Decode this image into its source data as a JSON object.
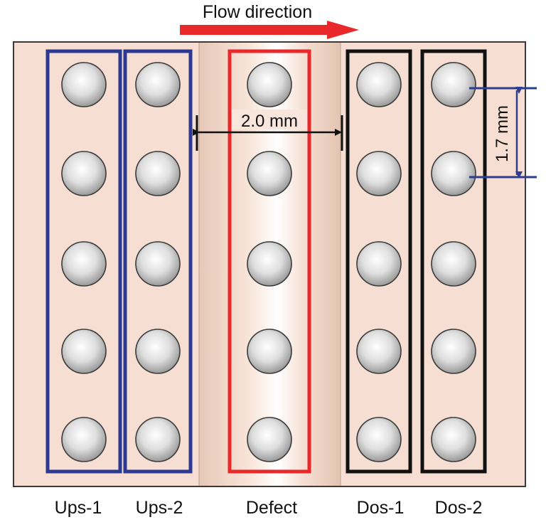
{
  "flow": {
    "label": "Flow direction",
    "arrow_color": "#e8282a"
  },
  "dimensions": {
    "spacing_label": "2.0 mm",
    "pitch_label": "1.7 mm",
    "pitch_color": "#2c3e8f"
  },
  "columns": [
    {
      "label": "Ups-1",
      "frame_color": "#2b3990",
      "holes": 5
    },
    {
      "label": "Ups-2",
      "frame_color": "#2b3990",
      "holes": 5
    },
    {
      "label": "Defect",
      "frame_color": "#e8282a",
      "holes": 5
    },
    {
      "label": "Dos-1",
      "frame_color": "#111111",
      "holes": 5
    },
    {
      "label": "Dos-2",
      "frame_color": "#111111",
      "holes": 5
    }
  ],
  "colors": {
    "plate": "#f6dfd2",
    "plate_edge": "#3a3a3a",
    "hole": "#dcdcdc"
  }
}
